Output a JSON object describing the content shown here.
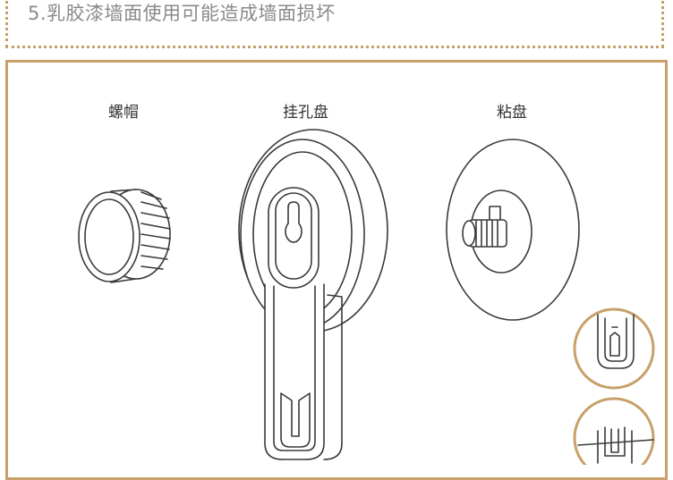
{
  "note": {
    "text": "5.乳胶漆墙面使用可能造成墙面损坏"
  },
  "parts": [
    {
      "label": "螺帽"
    },
    {
      "label": "挂孔盘"
    },
    {
      "label": "粘盘"
    }
  ],
  "colors": {
    "accent": "#c8a06a",
    "line": "#3a3a3a",
    "text": "#333333",
    "note_text": "#8a8a8a"
  }
}
